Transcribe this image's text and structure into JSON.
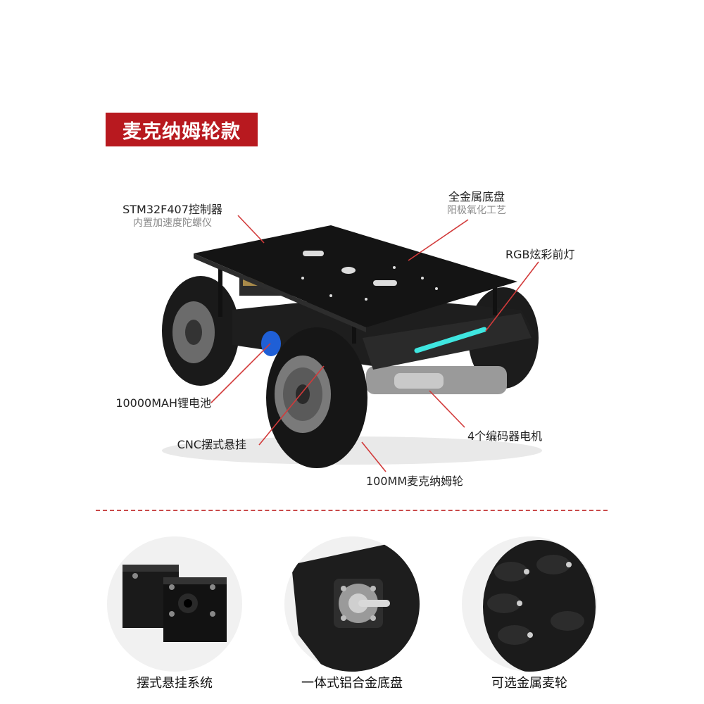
{
  "badge": {
    "title": "麦克纳姆轮款"
  },
  "callouts": {
    "controller": {
      "title": "STM32F407控制器",
      "subtitle": "内置加速度陀螺仪"
    },
    "chassis": {
      "title": "全金属底盘",
      "subtitle": "阳极氧化工艺"
    },
    "headlight": {
      "title": "RGB炫彩前灯"
    },
    "battery": {
      "title": "10000MAH锂电池"
    },
    "suspension": {
      "title": "CNC摆式悬挂"
    },
    "motors": {
      "title": "4个编码器电机"
    },
    "wheels": {
      "title": "100MM麦克纳姆轮"
    }
  },
  "features": [
    {
      "caption": "摆式悬挂系统",
      "icon": "pendulum-suspension-photo"
    },
    {
      "caption": "一体式铝合金底盘",
      "icon": "aluminum-chassis-photo"
    },
    {
      "caption": "可选金属麦轮",
      "icon": "metal-mecanum-wheel-photo"
    }
  ],
  "colors": {
    "accent": "#b8191f",
    "callout_line": "#d23a3a",
    "headlight": "#3fe6e0",
    "divider": "#c94a4a"
  }
}
